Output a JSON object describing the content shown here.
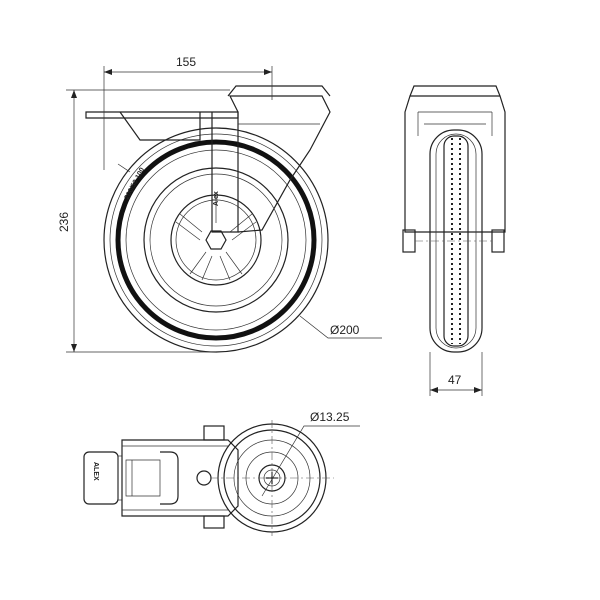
{
  "drawing": {
    "dimensions": {
      "mount_width": "155",
      "overall_height": "236",
      "wheel_diameter": "Ø200",
      "wheel_width": "47",
      "bore_diameter": "Ø13.25"
    },
    "markings": {
      "tire_marking": "200/50 100",
      "wheel_logo": "Alex",
      "lock_logo": "ALEX"
    }
  }
}
